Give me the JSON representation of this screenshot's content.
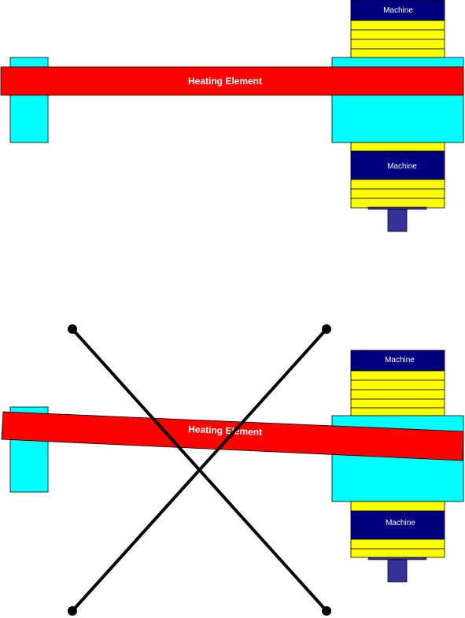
{
  "colors": {
    "cyan": "#00ffff",
    "red": "#ff0000",
    "navy": "#000080",
    "yellow": "#ffff00",
    "base": "#333399",
    "line": "#000000"
  },
  "top": {
    "heating_label": "Heating Element",
    "machine_upper_label": "Machine",
    "machine_lower_label": "Machine"
  },
  "bottom": {
    "heating_label": "Heating Element",
    "machine_upper_label": "Machine",
    "machine_lower_label": "Machine"
  }
}
